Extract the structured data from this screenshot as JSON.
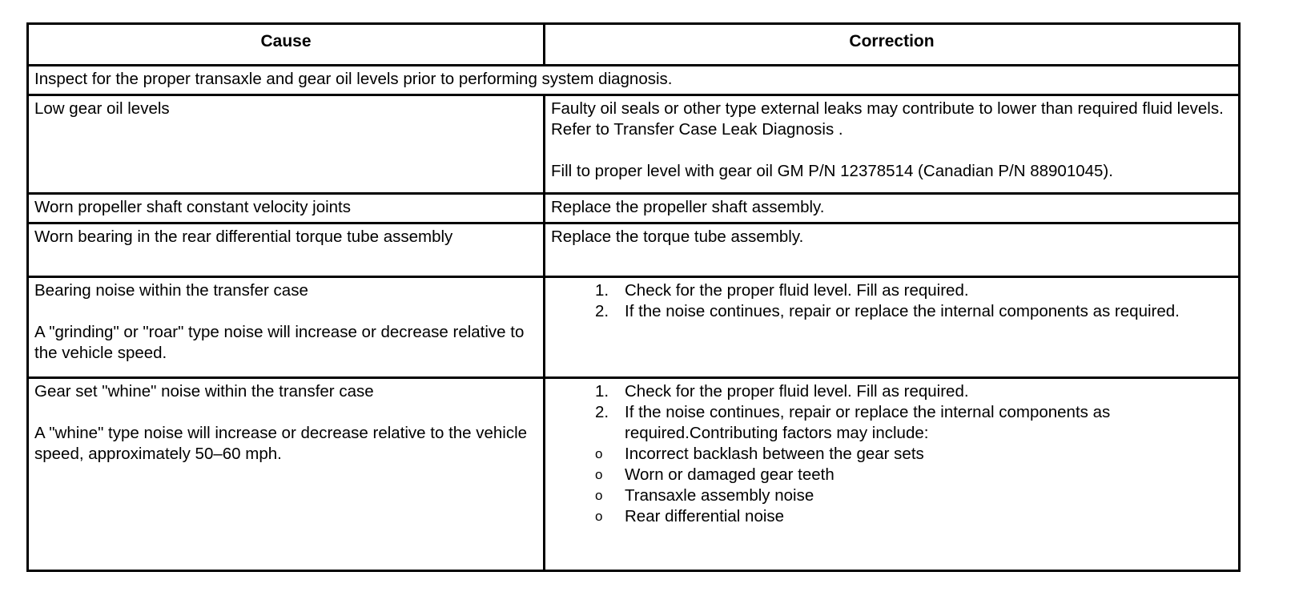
{
  "table": {
    "headers": {
      "cause": "Cause",
      "correction": "Correction"
    },
    "note_row": "Inspect for the proper transaxle and gear oil levels prior to performing system diagnosis.",
    "rows": [
      {
        "cause": "Low gear oil levels",
        "correction_paragraphs": [
          "Faulty oil seals or other type external leaks may contribute to lower than required fluid levels. Refer to Transfer Case Leak Diagnosis .",
          "Fill to proper level with gear oil GM P/N 12378514 (Canadian P/N 88901045)."
        ]
      },
      {
        "cause": "Worn propeller shaft constant velocity joints",
        "correction_paragraphs": [
          "Replace the propeller shaft assembly."
        ]
      },
      {
        "cause": "Worn bearing in the rear differential torque tube assembly",
        "correction_paragraphs": [
          "Replace the torque tube assembly."
        ]
      },
      {
        "cause_paragraphs": [
          "Bearing noise within the transfer case",
          "A \"grinding\" or \"roar\" type noise will increase or decrease relative to the vehicle speed."
        ],
        "correction_steps": [
          "Check for the proper fluid level. Fill as required.",
          "If the noise continues, repair or replace the internal components as required."
        ]
      },
      {
        "cause_paragraphs": [
          "Gear set \"whine\" noise within the transfer case",
          "A \"whine\" type noise will increase or decrease relative to the vehicle speed, approximately 50–60 mph."
        ],
        "correction_steps": [
          "Check for the proper fluid level. Fill as required.",
          "If the noise continues, repair or replace the internal components as required.Contributing factors may include:"
        ],
        "correction_sublist": [
          "Incorrect backlash between the gear sets",
          "Worn or damaged gear teeth",
          "Transaxle assembly noise",
          "Rear differential noise"
        ]
      }
    ]
  },
  "colors": {
    "border": "#000000",
    "text": "#000000",
    "background": "#ffffff"
  }
}
